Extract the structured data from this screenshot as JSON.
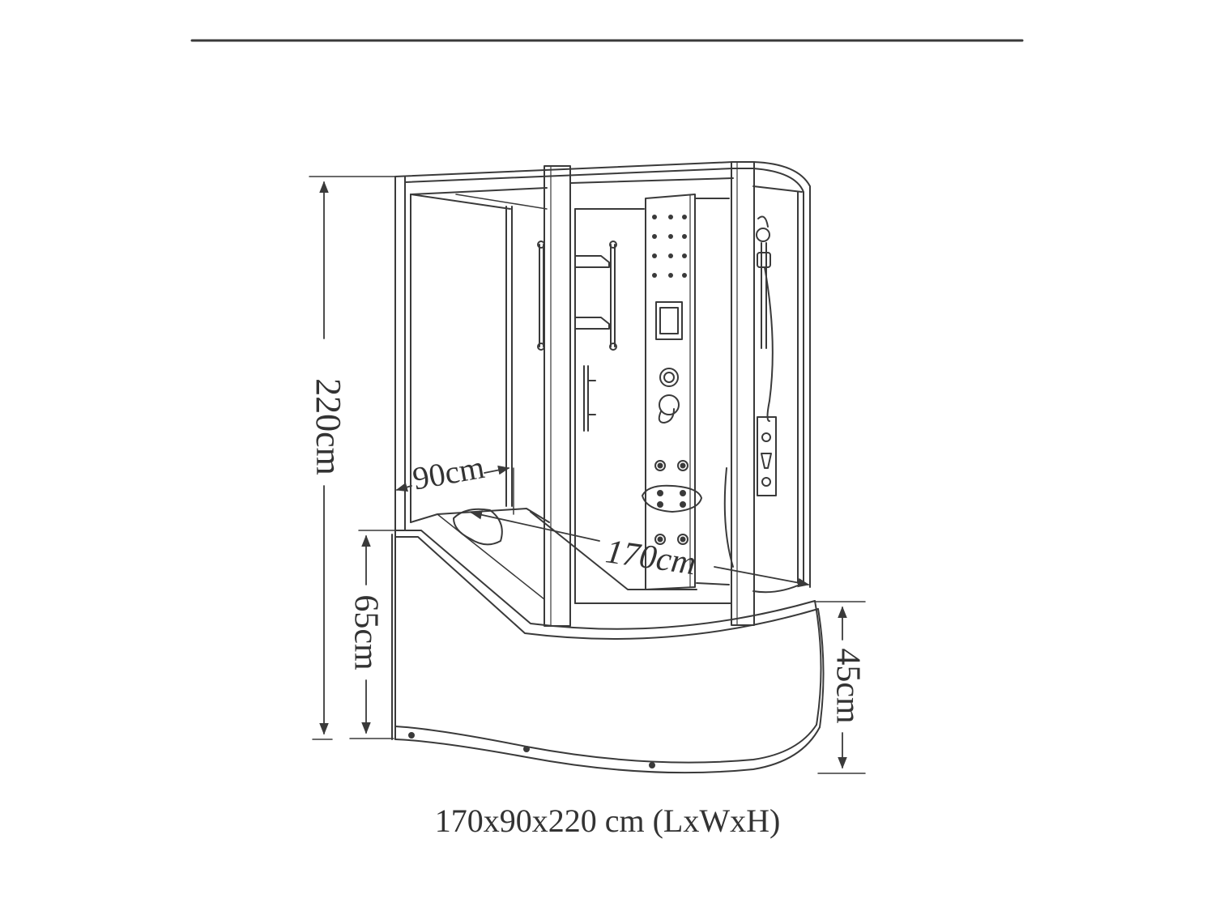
{
  "dimensions": {
    "height_label": "220cm",
    "tub_height_label": "65cm",
    "front_height_label": "45cm",
    "width_label": "90cm",
    "length_label": "170cm"
  },
  "caption": "170x90x220 cm (LxWxH)",
  "colors": {
    "line": "#3a3a3a",
    "text": "#333333",
    "background": "#ffffff"
  }
}
